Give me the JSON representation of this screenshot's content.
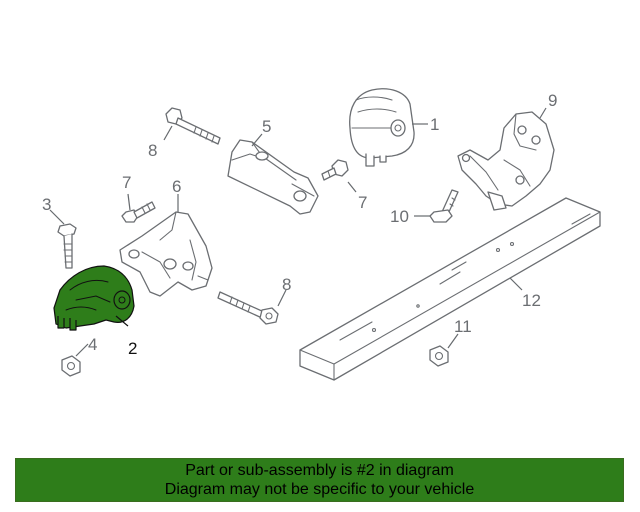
{
  "callouts": {
    "c1": "1",
    "c2": "2",
    "c3": "3",
    "c4": "4",
    "c5": "5",
    "c6": "6",
    "c7a": "7",
    "c7b": "7",
    "c8a": "8",
    "c8b": "8",
    "c9": "9",
    "c10": "10",
    "c11": "11",
    "c12": "12"
  },
  "highlight": {
    "part_number": "2",
    "fill_color": "#2e7d1a"
  },
  "banner": {
    "line1": "Part or sub-assembly is #2 in diagram",
    "line2": "Diagram may not be specific to your vehicle",
    "background": "#2e7d1a"
  }
}
